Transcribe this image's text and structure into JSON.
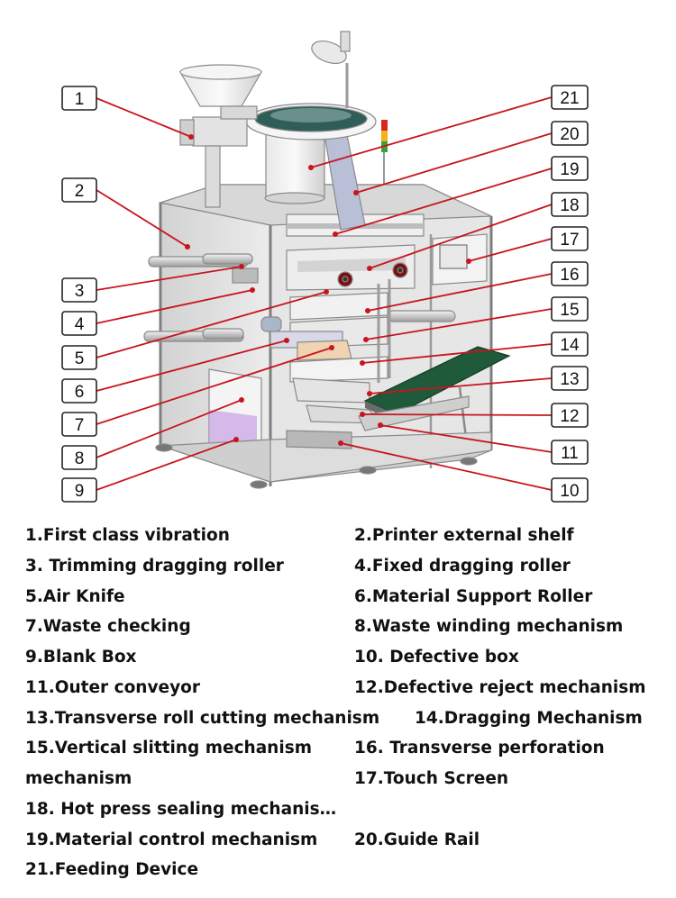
{
  "callouts": [
    {
      "n": "1"
    },
    {
      "n": "2"
    },
    {
      "n": "3"
    },
    {
      "n": "4"
    },
    {
      "n": "5"
    },
    {
      "n": "6"
    },
    {
      "n": "7"
    },
    {
      "n": "8"
    },
    {
      "n": "9"
    },
    {
      "n": "10"
    },
    {
      "n": "11"
    },
    {
      "n": "12"
    },
    {
      "n": "13"
    },
    {
      "n": "14"
    },
    {
      "n": "15"
    },
    {
      "n": "16"
    },
    {
      "n": "17"
    },
    {
      "n": "18"
    },
    {
      "n": "19"
    },
    {
      "n": "20"
    },
    {
      "n": "21"
    }
  ],
  "legend": [
    "1.First class vibration",
    "2.Printer external shelf",
    "3. Trimming dragging roller",
    "4.Fixed dragging roller",
    "5.Air Knife",
    "6.Material Support Roller",
    "7.Waste checking",
    "8.Waste winding mechanism",
    "9.Blank Box",
    "10. Defective box",
    "11.Outer conveyor",
    "12.Defective reject mechanism",
    "13.Transverse roll cutting mechanism",
    "14.Dragging Mechanism",
    "15.Vertical slitting mechanism",
    "16. Transverse perforation",
    "mechanism",
    "17.Touch Screen",
    "18. Hot press sealing mechanis…",
    "19.Material control mechanism",
    "20.Guide Rail",
    "21.Feeding Device"
  ],
  "colors": {
    "leader": "#c8141e",
    "frame": "#9a9a9a",
    "panel": "#dcdcdc",
    "conveyor": "#1f5a3a",
    "bowl_inner": "#2f5e58",
    "knob": "#8b1010",
    "purple_box": "#c9a6e6"
  }
}
